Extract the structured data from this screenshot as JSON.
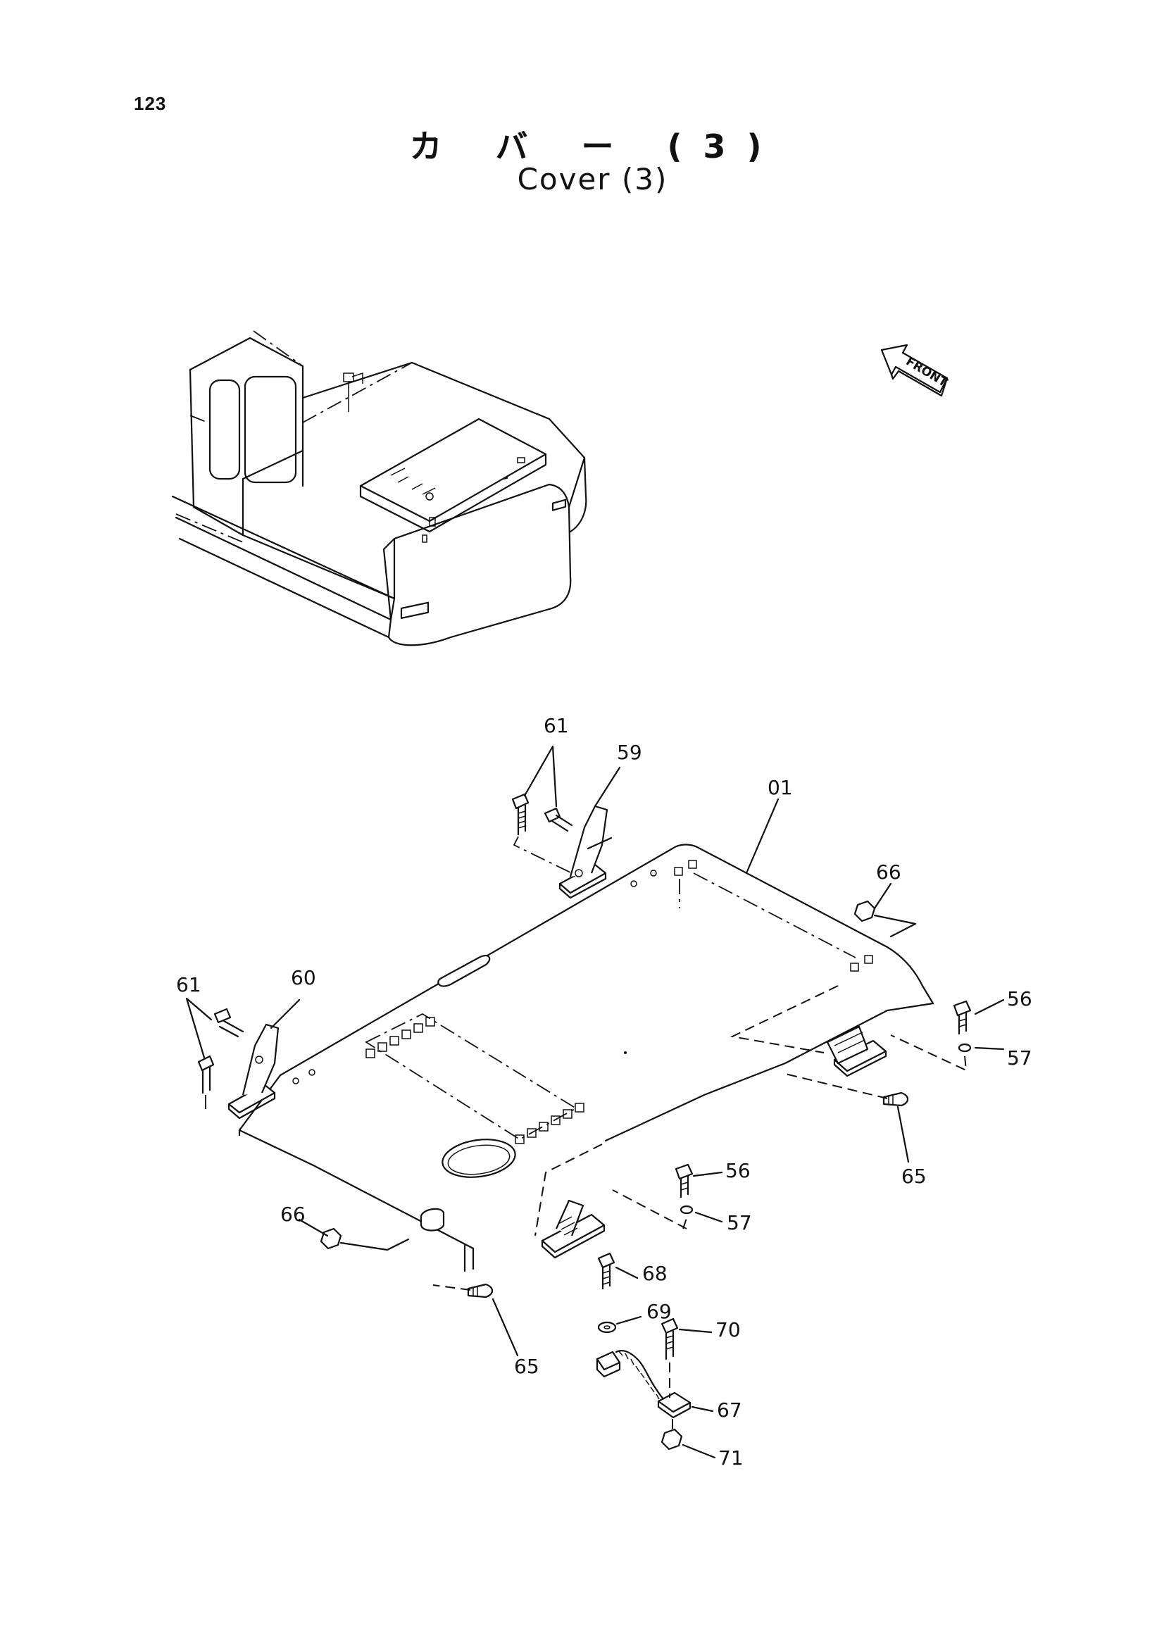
{
  "page_number": "123",
  "title_japanese": "カ バ ー (3)",
  "title_english": "Cover  (3)",
  "front_label": "FRONT",
  "callouts": {
    "c01": "01",
    "c56a": "56",
    "c56b": "56",
    "c57a": "57",
    "c57b": "57",
    "c59": "59",
    "c60": "60",
    "c61a": "61",
    "c61b": "61",
    "c65a": "65",
    "c65b": "65",
    "c66a": "66",
    "c66b": "66",
    "c67": "67",
    "c68": "68",
    "c69": "69",
    "c70": "70",
    "c71": "71"
  }
}
